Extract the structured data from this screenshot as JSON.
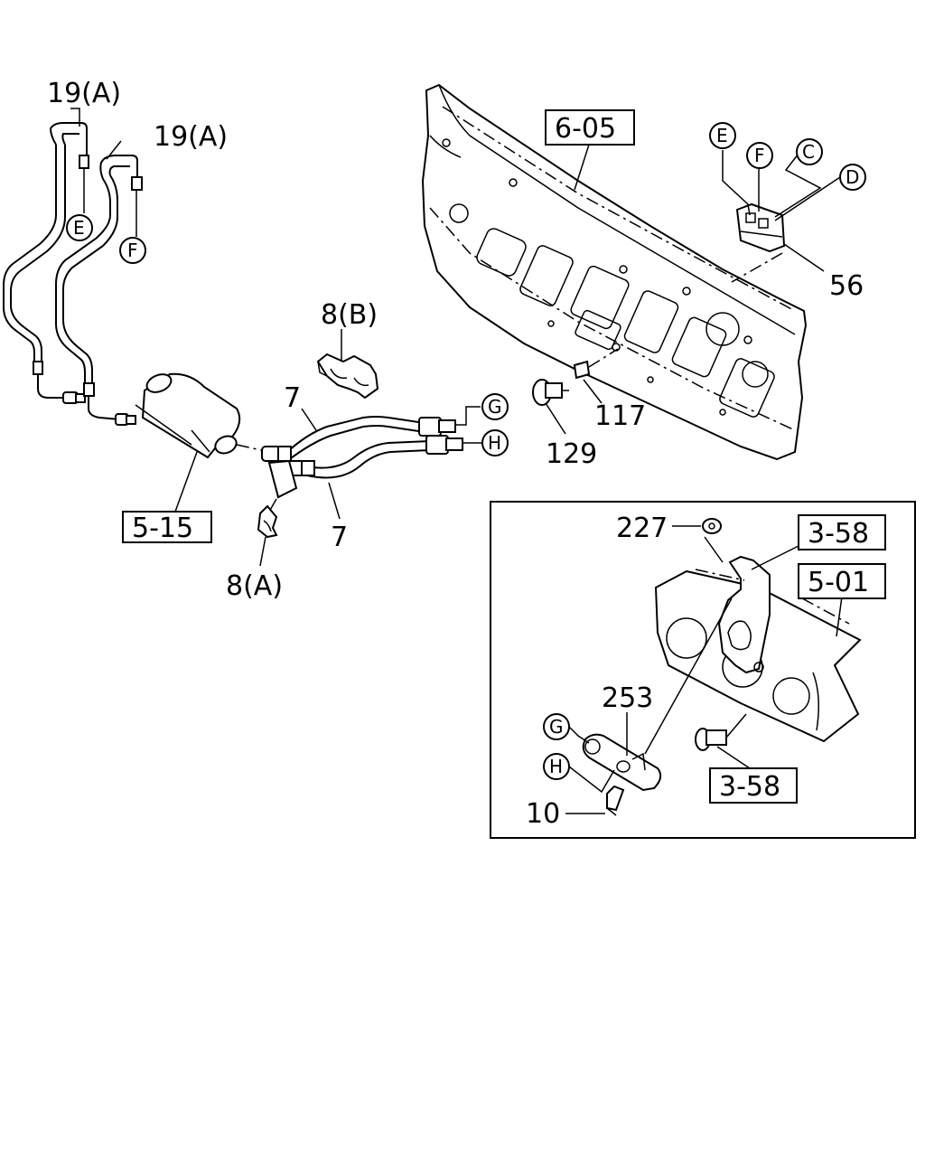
{
  "callouts": {
    "c19a_1": "19(A)",
    "c19a_2": "19(A)",
    "c8b": "8(B)",
    "c7_top": "7",
    "c7_bottom": "7",
    "c515": "5-15",
    "c8a": "8(A)",
    "c605": "6-05",
    "c56": "56",
    "c117": "117",
    "c129": "129",
    "c227": "227",
    "c358_top": "3-58",
    "c501": "5-01",
    "c253": "253",
    "c10": "10",
    "c358_bottom": "3-58"
  },
  "connectors": {
    "E1": "E",
    "F1": "F",
    "G1": "G",
    "H1": "H",
    "E2": "E",
    "F2": "F",
    "C": "C",
    "D": "D",
    "G2": "G",
    "H2": "H"
  }
}
